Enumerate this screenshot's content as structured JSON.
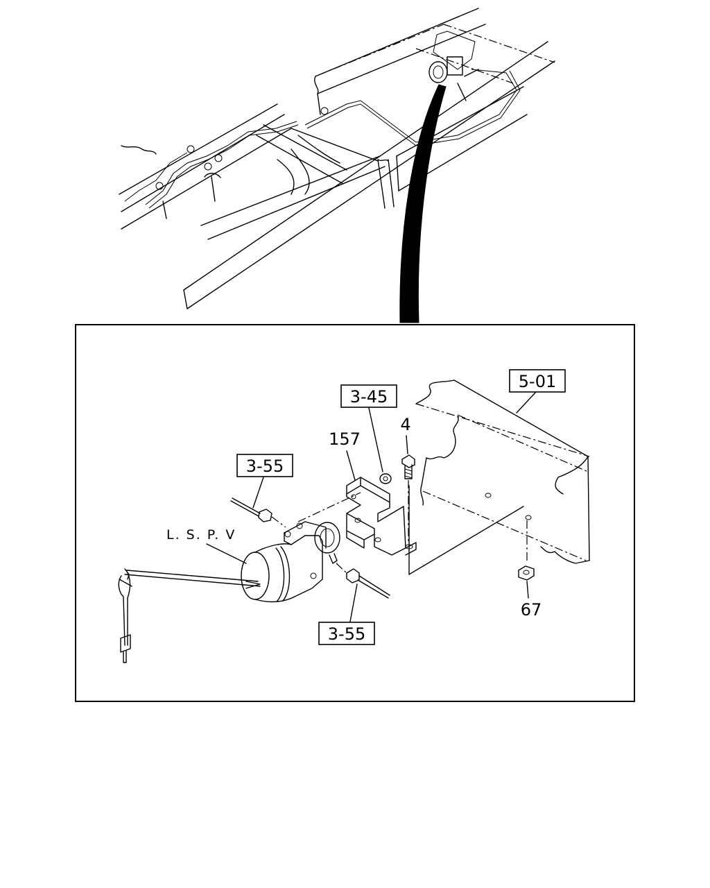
{
  "callouts": {
    "ref_5_01": "5-01",
    "ref_3_45": "3-45",
    "ref_3_55_upper": "3-55",
    "ref_3_55_lower": "3-55",
    "part_4": "4",
    "part_157": "157",
    "part_67": "67",
    "lspv_label": "L. S. P. V"
  }
}
